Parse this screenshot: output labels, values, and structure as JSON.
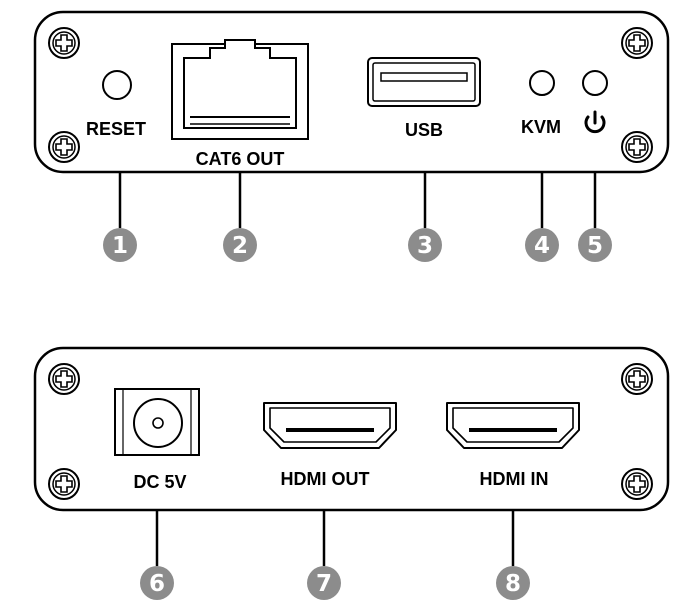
{
  "top_panel": {
    "labels": {
      "reset": "RESET",
      "cat6": "CAT6 OUT",
      "usb": "USB",
      "kvm": "KVM",
      "power_symbol": "power-icon"
    },
    "callouts": [
      "1",
      "2",
      "3",
      "4",
      "5"
    ]
  },
  "bottom_panel": {
    "labels": {
      "dc": "DC 5V",
      "hdmi_out": "HDMI OUT",
      "hdmi_in": "HDMI IN"
    },
    "callouts": [
      "6",
      "7",
      "8"
    ]
  },
  "colors": {
    "panel_stroke": "#000000",
    "callout_fill": "#8c8c8c",
    "callout_text": "#ffffff"
  }
}
